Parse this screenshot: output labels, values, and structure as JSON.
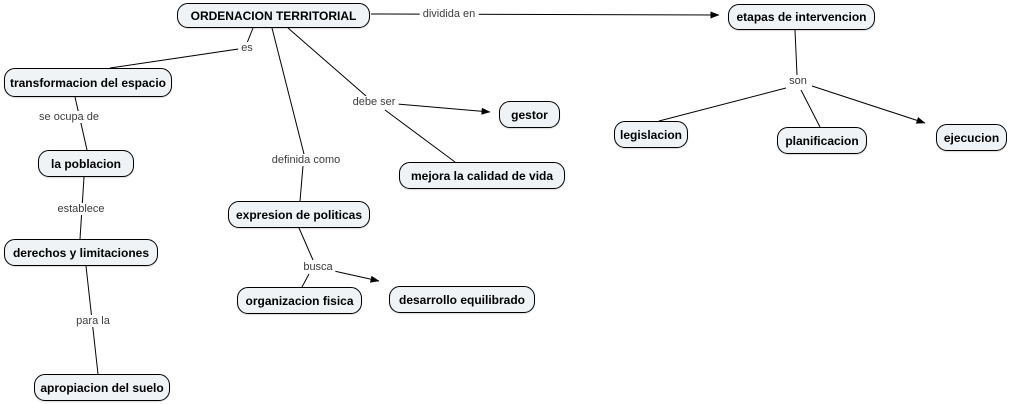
{
  "diagram": {
    "type": "concept-map",
    "background_color": "#ffffff",
    "node_fill_color": "#eff3f5",
    "node_border_color": "#000000",
    "link_label_color": "#3c3c3c",
    "nodes": {
      "ordenacion_territorial": {
        "label": "ORDENACION TERRITORIAL"
      },
      "etapas_de_intervencion": {
        "label": "etapas de intervencion"
      },
      "transformacion_del_espacio": {
        "label": "transformacion del espacio"
      },
      "gestor": {
        "label": "gestor"
      },
      "la_poblacion": {
        "label": "la poblacion"
      },
      "mejora_la_calidad_de_vida": {
        "label": "mejora la calidad de vida"
      },
      "legislacion": {
        "label": "legislacion"
      },
      "planificacion": {
        "label": "planificacion"
      },
      "ejecucion": {
        "label": "ejecucion"
      },
      "expresion_de_politicas": {
        "label": "expresion de politicas"
      },
      "derechos_y_limitaciones": {
        "label": "derechos y limitaciones"
      },
      "organizacion_fisica": {
        "label": "organizacion fisica"
      },
      "desarrollo_equilibrado": {
        "label": "desarrollo equilibrado"
      },
      "apropiacion_del_suelo": {
        "label": "apropiacion del suelo"
      }
    },
    "link_labels": {
      "dividida_en": "dividida en",
      "es": "es",
      "debe_ser": "debe ser",
      "se_ocupa_de": "se ocupa de",
      "son": "son",
      "definida_como": "definida como",
      "establece": "establece",
      "busca": "busca",
      "para_la": "para la"
    },
    "edges": [
      {
        "from": "ordenacion_territorial",
        "label": "dividida en",
        "to": "etapas_de_intervencion",
        "arrow": true
      },
      {
        "from": "ordenacion_territorial",
        "label": "es",
        "to": "transformacion_del_espacio",
        "arrow": false
      },
      {
        "from": "ordenacion_territorial",
        "label": "debe ser",
        "to": "gestor",
        "arrow": true
      },
      {
        "from": "ordenacion_territorial",
        "label": "debe ser",
        "to": "mejora_la_calidad_de_vida",
        "arrow": false
      },
      {
        "from": "ordenacion_territorial",
        "label": "definida como",
        "to": "expresion_de_politicas",
        "arrow": false
      },
      {
        "from": "transformacion_del_espacio",
        "label": "se ocupa de",
        "to": "la_poblacion",
        "arrow": false
      },
      {
        "from": "la_poblacion",
        "label": "establece",
        "to": "derechos_y_limitaciones",
        "arrow": false
      },
      {
        "from": "derechos_y_limitaciones",
        "label": "para la",
        "to": "apropiacion_del_suelo",
        "arrow": false
      },
      {
        "from": "expresion_de_politicas",
        "label": "busca",
        "to": "organizacion_fisica",
        "arrow": false
      },
      {
        "from": "expresion_de_politicas",
        "label": "busca",
        "to": "desarrollo_equilibrado",
        "arrow": true
      },
      {
        "from": "etapas_de_intervencion",
        "label": "son",
        "to": "legislacion",
        "arrow": false
      },
      {
        "from": "etapas_de_intervencion",
        "label": "son",
        "to": "planificacion",
        "arrow": false
      },
      {
        "from": "etapas_de_intervencion",
        "label": "son",
        "to": "ejecucion",
        "arrow": true
      }
    ]
  }
}
